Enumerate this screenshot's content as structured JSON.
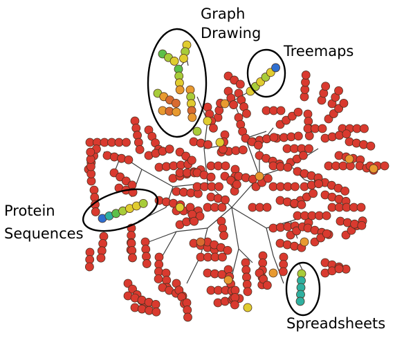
{
  "labels": {
    "graph_drawing_1": "Graph",
    "graph_drawing_2": "Drawing",
    "treemaps": "Treemaps",
    "protein_1": "Protein",
    "protein_2": "Sequences",
    "spreadsheets": "Spreadsheets"
  },
  "colors": {
    "default_node": "#d93a2f",
    "edge": "#3a3a3a",
    "highlight_scale": [
      "#2f6fd0",
      "#2fb0a0",
      "#5cc04a",
      "#a8cc3a",
      "#e0cc30",
      "#e89a30",
      "#d86a30"
    ]
  }
}
